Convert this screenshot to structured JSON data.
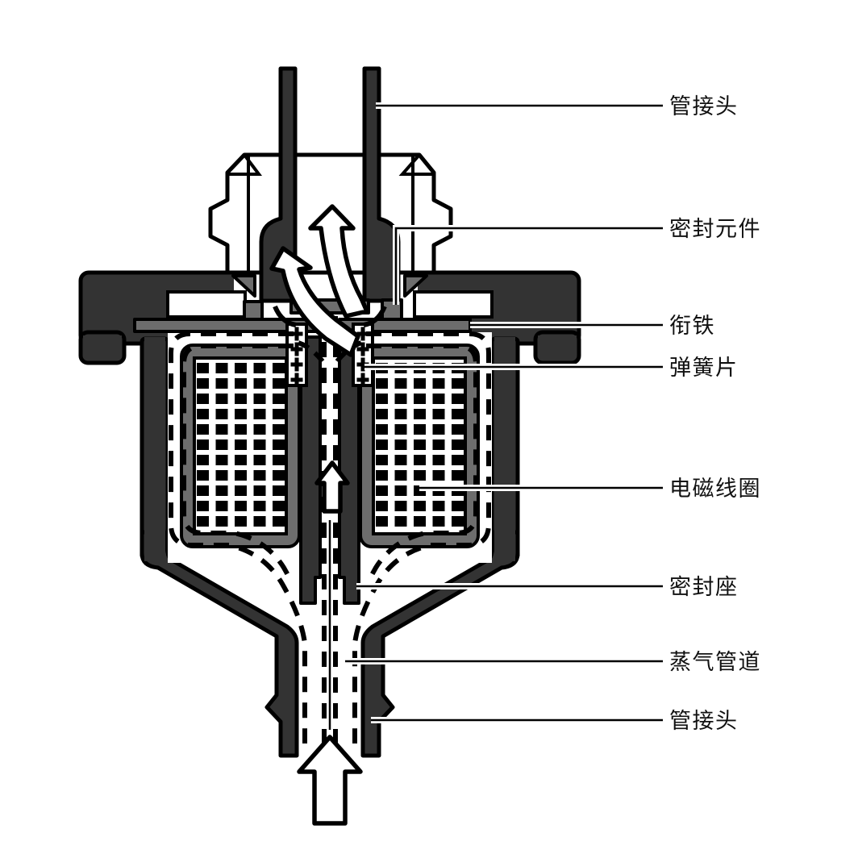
{
  "diagram": {
    "title": "",
    "subject": "solenoid-valve-cross-section",
    "colors": {
      "casing": "#333333",
      "mid_gray": "#6d6d6d",
      "outline": "#000000",
      "background": "#ffffff"
    },
    "labels": [
      {
        "text": "管接头"
      },
      {
        "text": "密封元件"
      },
      {
        "text": "衔铁"
      },
      {
        "text": "弹簧片"
      },
      {
        "text": "电磁线圈"
      },
      {
        "text": "密封座"
      },
      {
        "text": "蒸气管道"
      },
      {
        "text": "管接头"
      }
    ],
    "flow_arrows": [
      {
        "name": "outlet-up-arrow"
      },
      {
        "name": "outlet-curved-arrow"
      },
      {
        "name": "channel-up-arrow"
      },
      {
        "name": "inlet-up-arrow"
      }
    ]
  }
}
